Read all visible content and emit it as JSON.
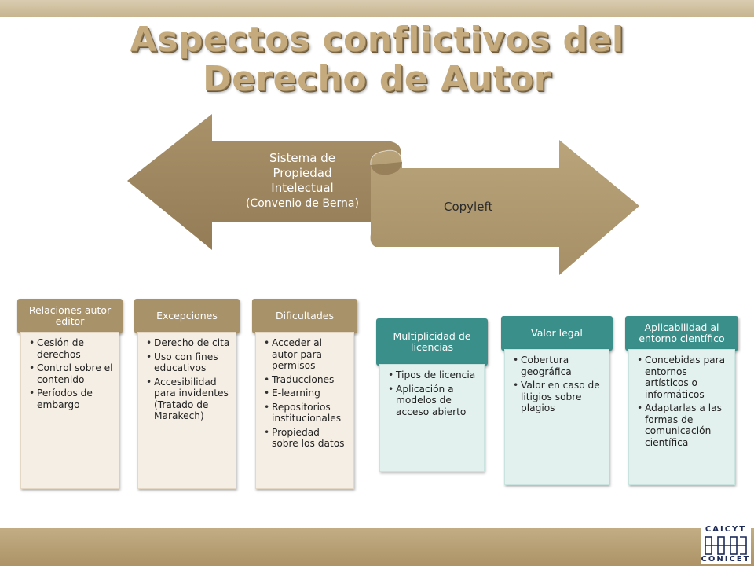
{
  "slide": {
    "title_line1": "Aspectos conflictivos del",
    "title_line2": "Derecho de Autor",
    "colors": {
      "accent_tan": "#a8926a",
      "accent_teal": "#3a8f8a",
      "title": "#c4aa7c"
    }
  },
  "arrows": {
    "left": {
      "line1": "Sistema de",
      "line2": "Propiedad",
      "line3": "Intelectual",
      "line4": "(Convenio de Berna)"
    },
    "right": {
      "label": "Copyleft"
    }
  },
  "cards": [
    {
      "title": "Relaciones autor editor",
      "items": [
        "Cesión de derechos",
        "Control sobre el contenido",
        "Períodos de embargo"
      ]
    },
    {
      "title": "Excepciones",
      "items": [
        "Derecho de cita",
        "Uso con fines educativos",
        "Accesibilidad para invidentes (Tratado de Marakech)"
      ]
    },
    {
      "title": "Dificultades",
      "items": [
        "Acceder al autor para permisos",
        "Traducciones",
        "E-learning",
        "Repositorios institucionales",
        "Propiedad sobre los datos"
      ]
    },
    {
      "title": "Multiplicidad de licencias",
      "items": [
        "Tipos de licencia",
        "Aplicación a modelos de acceso abierto"
      ]
    },
    {
      "title": "Valor legal",
      "items": [
        "Cobertura geográfica",
        "Valor en caso de litigios sobre plagios"
      ]
    },
    {
      "title": "Aplicabilidad al entorno científico",
      "items": [
        "Concebidas para entornos artísticos o informáticos",
        "Adaptarlas a las formas de comunicación científica"
      ]
    }
  ],
  "logo": {
    "top": "CAICYT",
    "bottom": "CONICET"
  }
}
